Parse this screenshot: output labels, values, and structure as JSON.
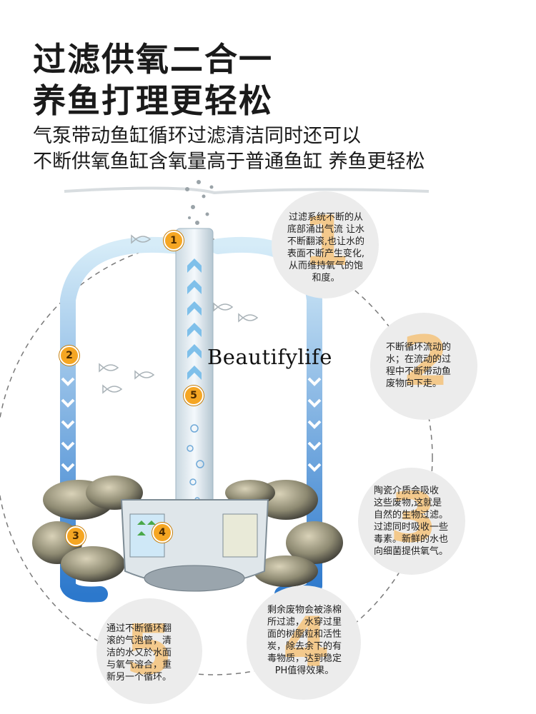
{
  "headline": {
    "line1": "过滤供氧二合一",
    "line2": "养鱼打理更轻松"
  },
  "subtitle": {
    "line1": "气泵带动鱼缸循环过滤清洁同时还可以",
    "line2": "不断供氧鱼缸含氧量高于普通鱼缸 养鱼更轻松"
  },
  "watermark": "Beautifylife",
  "markers": [
    "1",
    "2",
    "3",
    "4",
    "5"
  ],
  "callouts": [
    {
      "number": "1",
      "lines": [
        "过滤系统不断的从",
        "底部涌出气流 让水",
        "不断翻滚,也让水的",
        "表面不断产生变化,",
        "从而维持氧气的饱",
        "和度。"
      ]
    },
    {
      "number": "2",
      "lines": [
        "不断循环流动的",
        "水；在流动的过",
        "程中不断带动鱼",
        "废物向下走。"
      ]
    },
    {
      "number": "3",
      "lines": [
        "陶瓷介质会吸收",
        "这些废物,这就是",
        "自然的生物过滤。",
        "过滤同时吸收一些",
        "毒素。新鲜的水也",
        "向细菌提供氧气。"
      ]
    },
    {
      "number": "4",
      "lines": [
        "剩余废物会被涤棉",
        "所过滤，水穿过里",
        "面的树脂粒和活性",
        "炭，除去余下的有",
        "毒物质，达到稳定",
        "PH值得效果。"
      ]
    },
    {
      "number": "5",
      "lines": [
        "通过不断循环翻",
        "滚的气泡管，清",
        "洁的水又於水面",
        "与氧气溶合，重",
        "新另一个循环。"
      ]
    }
  ],
  "colors": {
    "marker": "#f5a623",
    "flow_light": "#bfe1f5",
    "flow_dark": "#2f7fd0",
    "callout_bg": "#ececec",
    "callout_number": "#f3c98c"
  }
}
